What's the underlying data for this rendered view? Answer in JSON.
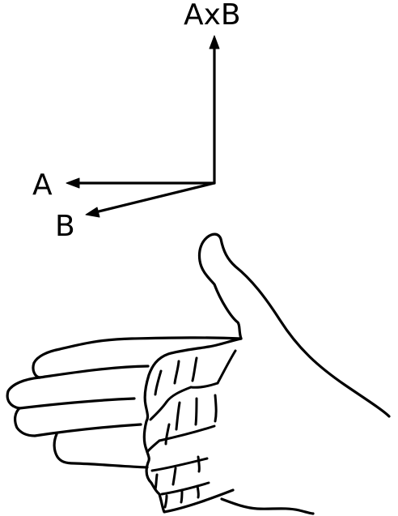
{
  "diagram": {
    "vectors": {
      "cross_product_label": "AxB",
      "a_label": "A",
      "b_label": "B"
    },
    "colors": {
      "ink": "#000000",
      "background": "#ffffff"
    },
    "icons": {
      "hand": "right-hand-rule-hand"
    }
  }
}
